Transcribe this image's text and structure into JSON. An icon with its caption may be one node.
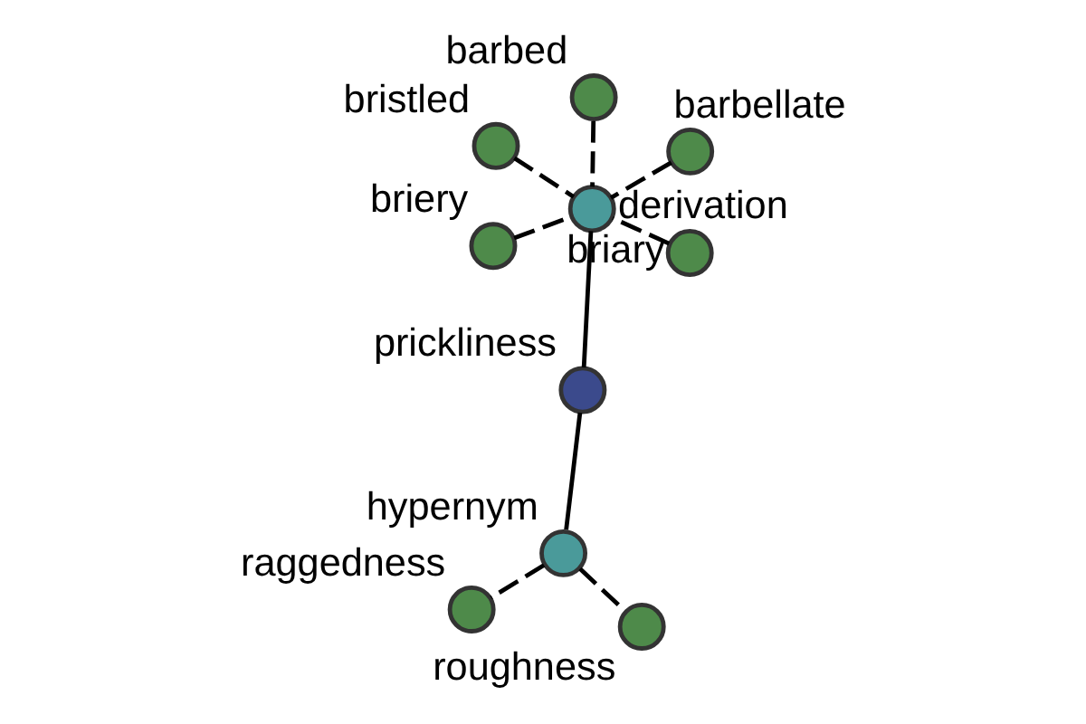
{
  "diagram": {
    "nodes": [
      {
        "text": [
          "prickliness"
        ]
      },
      {
        "text": [
          "derivation"
        ]
      },
      {
        "text": [
          "hypernym"
        ]
      },
      {
        "text": [
          "barbed"
        ]
      },
      {
        "text": [
          "barbellate"
        ]
      },
      {
        "text": [
          "bristled"
        ]
      },
      {
        "text": [
          "briery"
        ]
      },
      {
        "text": [
          "briary"
        ]
      },
      {
        "text": [
          "raggedness"
        ]
      },
      {
        "text": [
          "roughness"
        ]
      }
    ],
    "edges": [
      {
        "from": 1,
        "to": 0,
        "arrow": "none"
      },
      {
        "from": 0,
        "to": 2,
        "arrow": "none"
      },
      {
        "from": 3,
        "to": 1,
        "arrow": "none",
        "style": "dashed"
      },
      {
        "from": 4,
        "to": 1,
        "arrow": "none",
        "style": "dashed"
      },
      {
        "from": 5,
        "to": 1,
        "arrow": "none",
        "style": "dashed"
      },
      {
        "from": 6,
        "to": 1,
        "arrow": "none",
        "style": "dashed"
      },
      {
        "from": 7,
        "to": 1,
        "arrow": "none",
        "style": "dashed"
      },
      {
        "from": 2,
        "to": 8,
        "arrow": "none",
        "style": "dashed"
      },
      {
        "from": 2,
        "to": 9,
        "arrow": "none",
        "style": "dashed"
      }
    ]
  }
}
